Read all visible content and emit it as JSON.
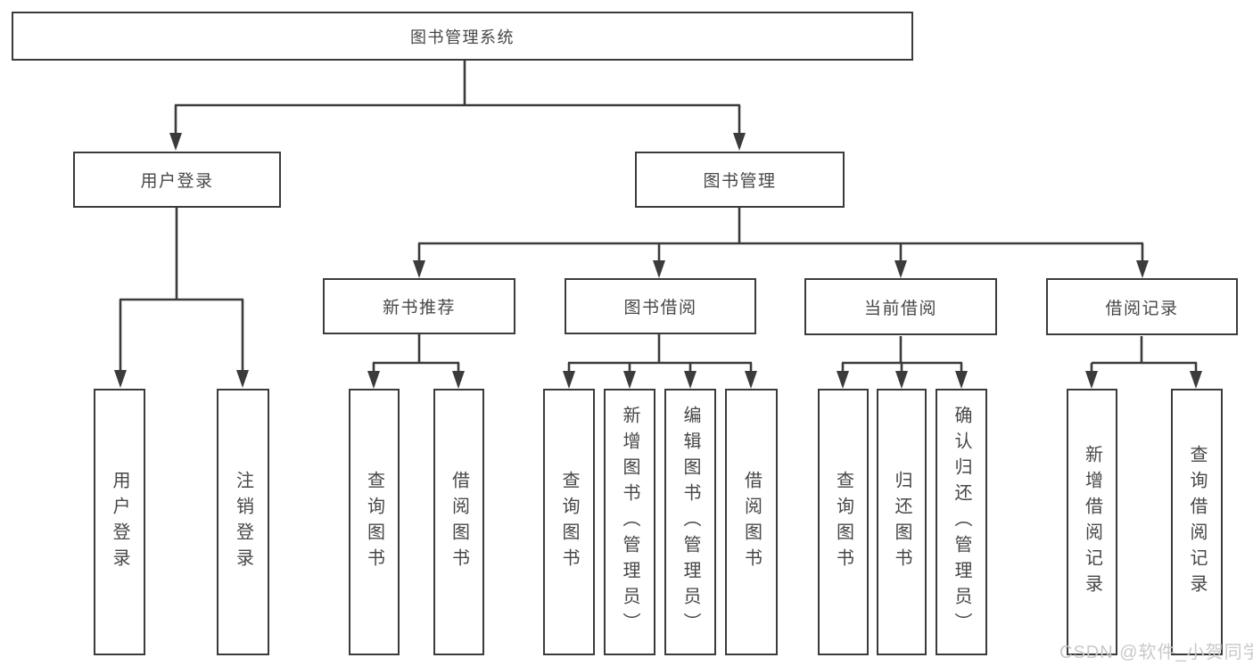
{
  "colors": {
    "line": "#3b3b3b",
    "text": "#474747",
    "watermark": "#c9c9c9"
  },
  "root": {
    "label": "图书管理系统"
  },
  "user_login": {
    "label": "用户登录",
    "children": [
      {
        "label": "用户登录"
      },
      {
        "label": "注销登录"
      }
    ]
  },
  "book_mgmt": {
    "label": "图书管理",
    "groups": [
      {
        "label": "新书推荐",
        "children": [
          {
            "label": "查询图书"
          },
          {
            "label": "借阅图书"
          }
        ]
      },
      {
        "label": "图书借阅",
        "children": [
          {
            "label": "查询图书"
          },
          {
            "label": "新增图书（管理员）"
          },
          {
            "label": "编辑图书（管理员）"
          },
          {
            "label": "借阅图书"
          }
        ]
      },
      {
        "label": "当前借阅",
        "children": [
          {
            "label": "查询图书"
          },
          {
            "label": "归还图书"
          },
          {
            "label": "确认归还（管理员）"
          }
        ]
      },
      {
        "label": "借阅记录",
        "children": [
          {
            "label": "新增借阅记录"
          },
          {
            "label": "查询借阅记录"
          }
        ]
      }
    ]
  },
  "watermark": {
    "text": "CSDN @软件_小贺同学"
  }
}
